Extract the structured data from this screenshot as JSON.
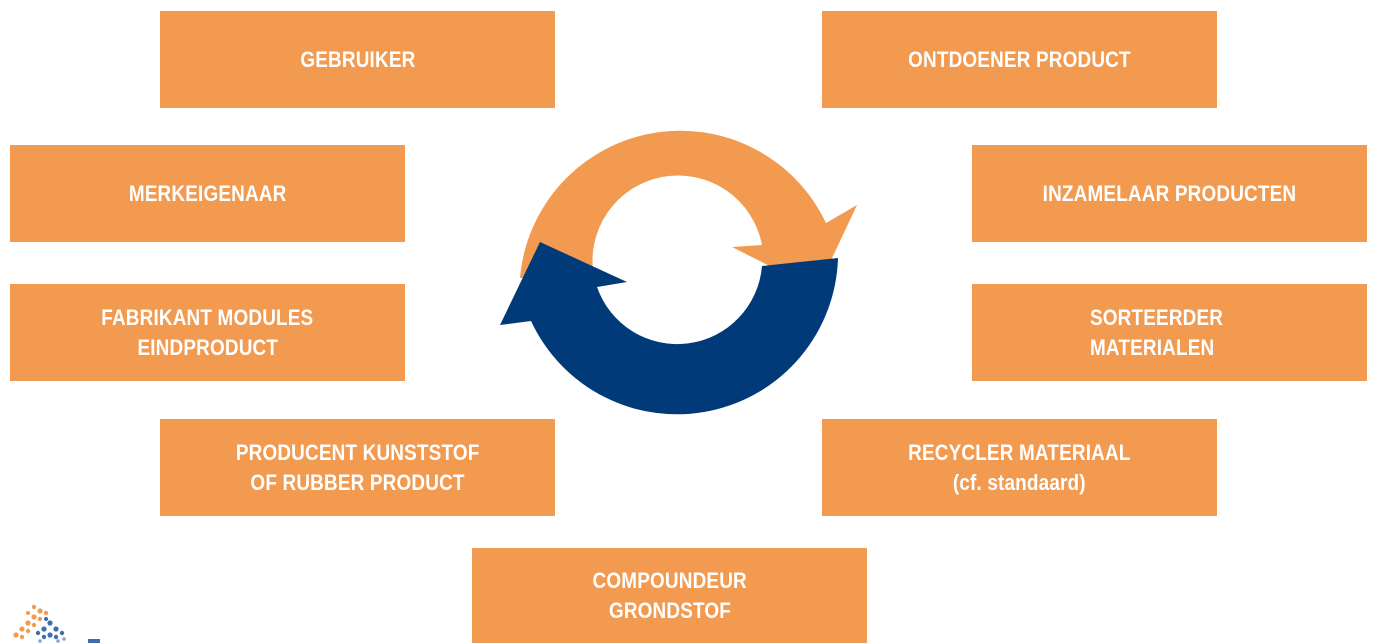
{
  "colors": {
    "box": "#f29a50",
    "arrow_orange": "#f29a50",
    "arrow_blue": "#003a78",
    "text": "#ffffff"
  },
  "boxes": {
    "gebruiker": [
      "GEBRUIKER"
    ],
    "ontdoener": [
      "ONTDOENER PRODUCT"
    ],
    "merkeigenaar": [
      "MERKEIGENAAR"
    ],
    "inzamelaar": [
      "INZAMELAAR PRODUCTEN"
    ],
    "fabrikant": [
      "FABRIKANT MODULES",
      "EINDPRODUCT"
    ],
    "sorteerder": [
      "SORTEERDER",
      "MATERIALEN"
    ],
    "producent": [
      "PRODUCENT KUNSTSTOF",
      "OF RUBBER PRODUCT"
    ],
    "recycler": [
      "RECYCLER MATERIAAL",
      "(cf. standaard)"
    ],
    "compoundeur": [
      "COMPOUNDEUR",
      "GRONDSTOF"
    ]
  },
  "icons": {
    "cycle": "circular-arrows-icon",
    "logo": "logo-icon"
  }
}
